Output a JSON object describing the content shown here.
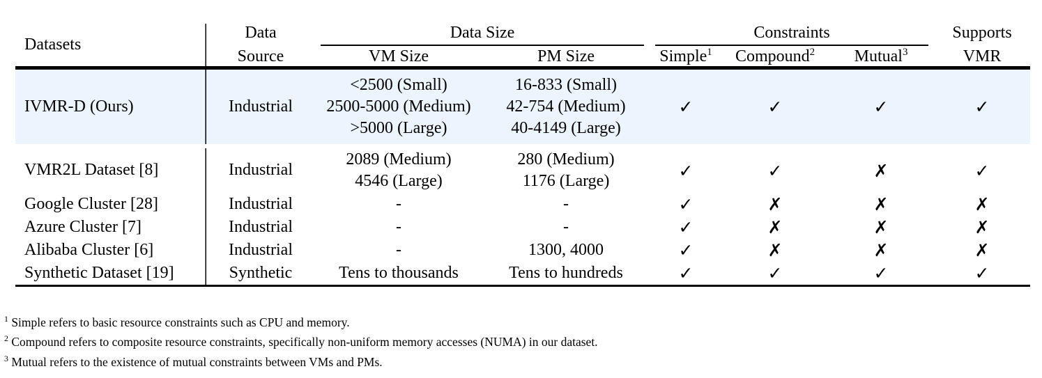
{
  "table": {
    "header": {
      "col_datasets": "Datasets",
      "col_data": "Data",
      "col_source": "Source",
      "group_data_size": "Data Size",
      "col_vm_size": "VM Size",
      "col_pm_size": "PM Size",
      "group_constraints": "Constraints",
      "col_simple": "Simple",
      "col_simple_sup": "1",
      "col_compound": "Compound",
      "col_compound_sup": "2",
      "col_mutual": "Mutual",
      "col_mutual_sup": "3",
      "group_supports": "Supports",
      "col_vmr": "VMR"
    },
    "marks": {
      "check": "✓",
      "cross": "✗"
    },
    "rows": [
      {
        "dataset": "IVMR-D (Ours)",
        "bold": true,
        "highlight": true,
        "source": "Industrial",
        "vm_size": [
          "<2500 (Small)",
          "2500-5000 (Medium)",
          ">5000 (Large)"
        ],
        "pm_size": [
          "16-833 (Small)",
          "42-754 (Medium)",
          "40-4149 (Large)"
        ],
        "simple": "✓",
        "compound": "✓",
        "mutual": "✓",
        "vmr": "✓"
      },
      {
        "dataset": "VMR2L Dataset [8]",
        "bold": false,
        "highlight": false,
        "source": "Industrial",
        "vm_size": [
          "2089 (Medium)",
          "4546 (Large)"
        ],
        "pm_size": [
          "280 (Medium)",
          "1176 (Large)"
        ],
        "simple": "✓",
        "compound": "✓",
        "mutual": "✗",
        "vmr": "✓"
      },
      {
        "dataset": "Google Cluster [28]",
        "bold": false,
        "highlight": false,
        "source": "Industrial",
        "vm_size": [
          "-"
        ],
        "pm_size": [
          "-"
        ],
        "simple": "✓",
        "compound": "✗",
        "mutual": "✗",
        "vmr": "✗"
      },
      {
        "dataset": "Azure Cluster [7]",
        "bold": false,
        "highlight": false,
        "source": "Industrial",
        "vm_size": [
          "-"
        ],
        "pm_size": [
          "-"
        ],
        "simple": "✓",
        "compound": "✗",
        "mutual": "✗",
        "vmr": "✗"
      },
      {
        "dataset": "Alibaba Cluster [6]",
        "bold": false,
        "highlight": false,
        "source": "Industrial",
        "vm_size": [
          "-"
        ],
        "pm_size": [
          "1300, 4000"
        ],
        "simple": "✓",
        "compound": "✗",
        "mutual": "✗",
        "vmr": "✗"
      },
      {
        "dataset": "Synthetic Dataset [19]",
        "bold": false,
        "highlight": false,
        "source": "Synthetic",
        "vm_size": [
          "Tens to thousands"
        ],
        "pm_size": [
          "Tens to hundreds"
        ],
        "simple": "✓",
        "compound": "✓",
        "mutual": "✓",
        "vmr": "✓"
      }
    ]
  },
  "footnotes": [
    {
      "marker": "1",
      "text": "Simple refers to basic resource constraints such as CPU and memory."
    },
    {
      "marker": "2",
      "text": "Compound refers to composite resource constraints, specifically non-uniform memory accesses (NUMA) in our dataset."
    },
    {
      "marker": "3",
      "text": "Mutual refers to the existence of mutual constraints between VMs and PMs."
    }
  ],
  "colors": {
    "highlight_row": "#ecf4fd",
    "rule": "#000000",
    "text": "#000000"
  }
}
